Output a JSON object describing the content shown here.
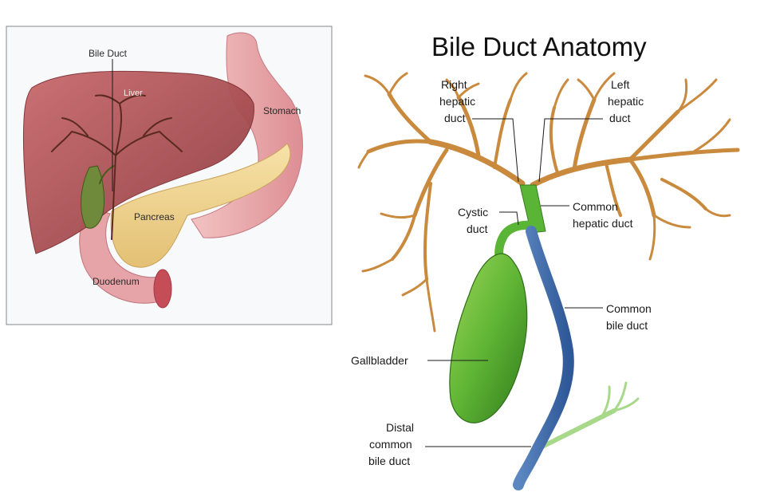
{
  "title": "Bile Duct Anatomy",
  "inset": {
    "labels": {
      "bile_duct": "Bile Duct",
      "liver": "Liver",
      "stomach": "Stomach",
      "pancreas": "Pancreas",
      "duodenum": "Duodenum"
    }
  },
  "main": {
    "labels": {
      "right_hepatic": [
        "Right",
        "hepatic",
        "duct"
      ],
      "left_hepatic": [
        "Left",
        "hepatic",
        "duct"
      ],
      "cystic": [
        "Cystic",
        "duct"
      ],
      "common_hepatic": [
        "Common",
        "hepatic duct"
      ],
      "common_bile": [
        "Common",
        "bile duct"
      ],
      "gallbladder": "Gallbladder",
      "distal": [
        "Distal",
        "common",
        "bile duct"
      ]
    }
  },
  "colors": {
    "hepatic_branches": "#c98a3e",
    "gallbladder": "#6fbf3b",
    "common_bile_duct": "#4a78b8",
    "liver": "#b5585a",
    "stomach": "#e4a3a6",
    "pancreas": "#f1d38a",
    "duodenum": "#d98a90"
  }
}
